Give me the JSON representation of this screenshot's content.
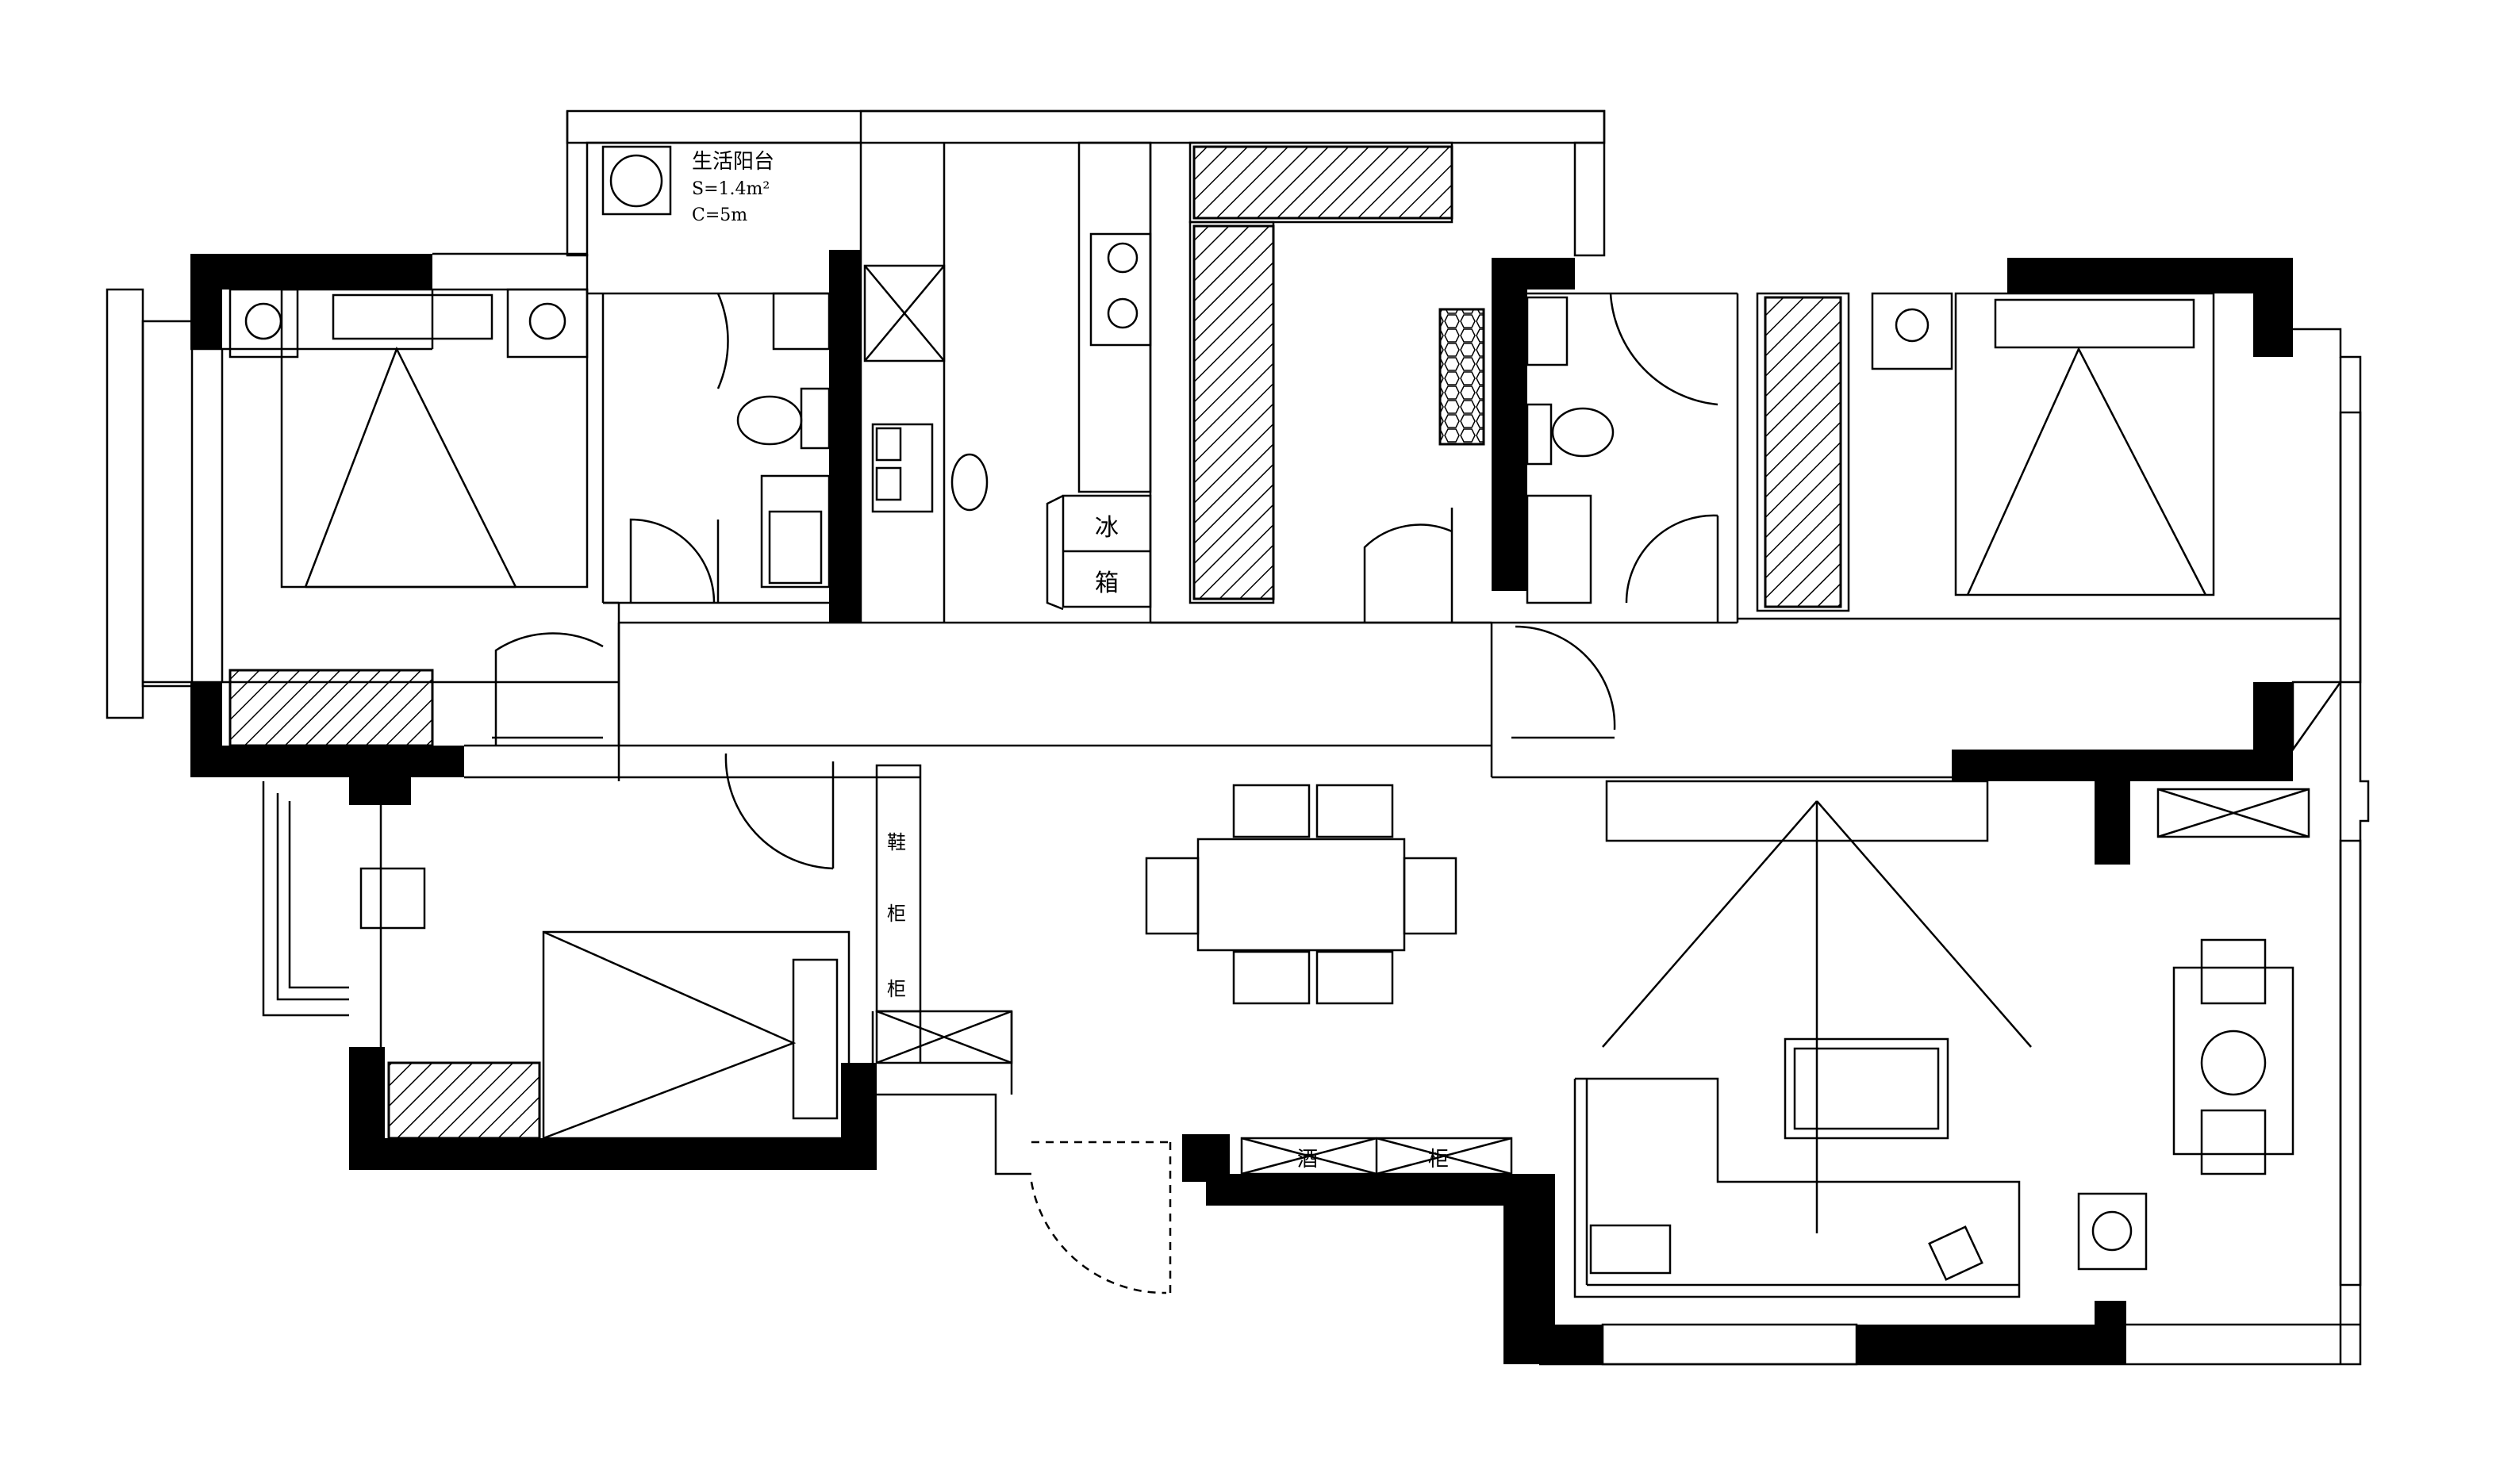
{
  "balcony": {
    "name": "生活阳台",
    "area": "S=1.4m²",
    "perimeter": "C=5m"
  },
  "fridge": {
    "char1": "冰",
    "char2": "箱"
  },
  "shoe_cabinet": {
    "char1": "鞋",
    "char2": "柜"
  },
  "small_cabinet": {
    "char1": "柜"
  },
  "wine_cabinet": {
    "char1": "酒",
    "char2": "柜"
  },
  "colors": {
    "wall": "#000000",
    "line": "#000000",
    "background": "#ffffff"
  }
}
